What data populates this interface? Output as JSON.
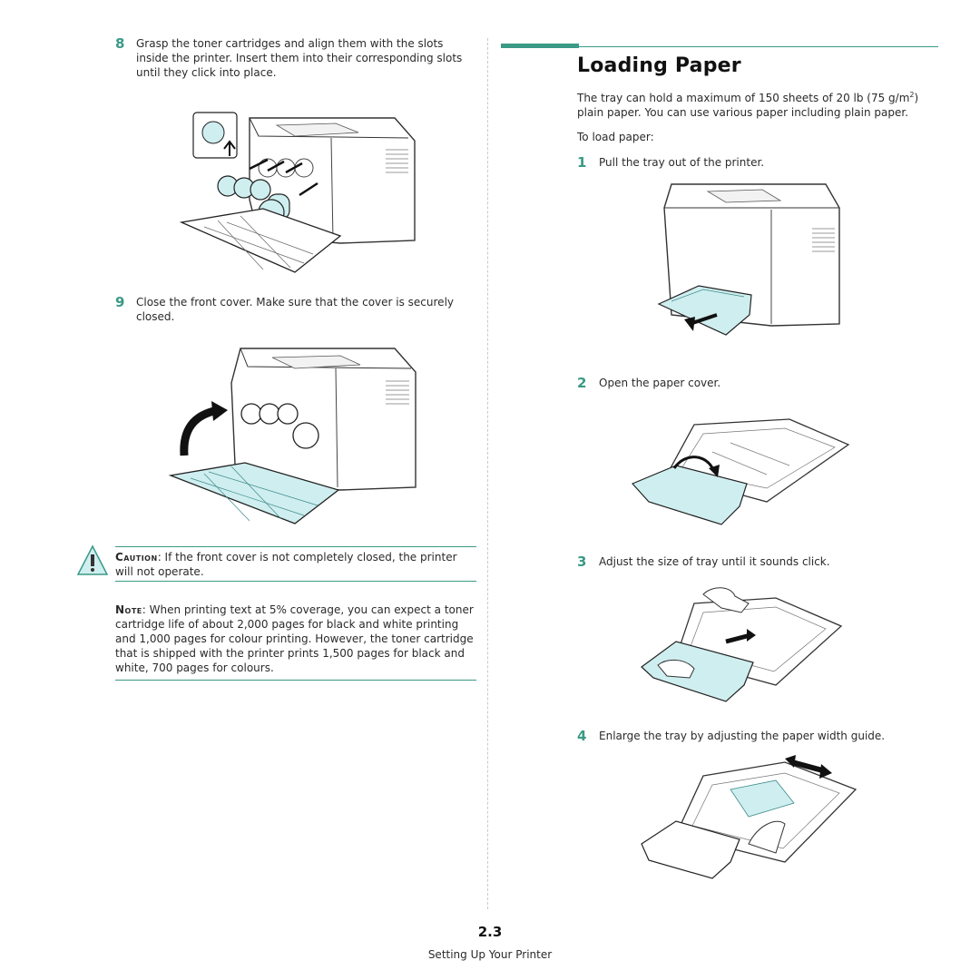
{
  "left": {
    "step8": {
      "num": "8",
      "text": "Grasp the toner cartridges and align them with the slots inside the printer. Insert them into their corresponding slots until they click into place."
    },
    "step9": {
      "num": "9",
      "text": "Close the front cover. Make sure that the cover is securely closed."
    },
    "caution": {
      "label": "Caution",
      "text": ": If the front cover is not completely closed, the printer will not operate."
    },
    "note": {
      "label": "Note",
      "text": ": When printing text at  5% coverage, you can expect a toner cartridge life of about 2,000 pages for black and white printing and 1,000 pages for colour printing. However, the toner cartridge that is shipped with the printer prints 1,500 pages for black and white, 700 pages for colours."
    }
  },
  "right": {
    "heading": "Loading Paper",
    "intro_before": "The tray can hold a maximum of 150 sheets of 20 lb (75 g/m",
    "intro_sup": "2",
    "intro_after": ") plain paper. You can use various paper including plain paper.",
    "to_load": "To load paper:",
    "steps": [
      {
        "num": "1",
        "text": "Pull the tray out of the printer."
      },
      {
        "num": "2",
        "text": "Open the paper cover."
      },
      {
        "num": "3",
        "text": "Adjust the size of tray until it sounds click."
      },
      {
        "num": "4",
        "text": "Enlarge the tray by adjusting the paper width guide."
      }
    ]
  },
  "footer": {
    "page_number": "2.3",
    "section": "Setting Up Your Printer"
  },
  "colors": {
    "accent": "#3a9a85",
    "illustration_fill": "#cfeef0"
  },
  "icons": [
    "caution-icon"
  ]
}
